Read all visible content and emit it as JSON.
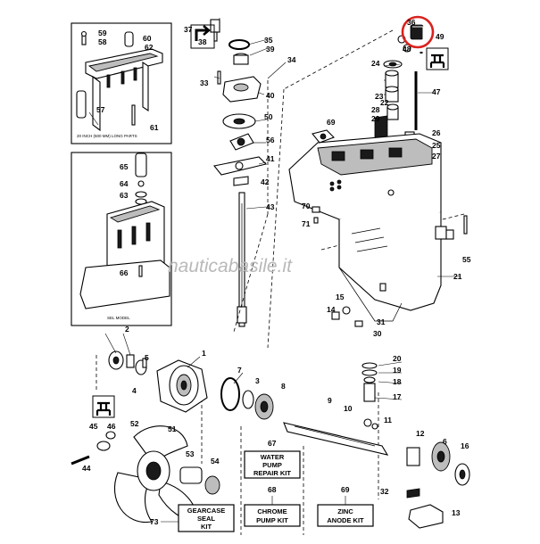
{
  "diagram": {
    "watermark": "nauticabasile.it",
    "captions": {
      "inset_top": "20 INCH (500 MM) LONG PARTS",
      "inset_sel": "SEL MODEL"
    },
    "kits": {
      "water_pump": [
        "WATER",
        "PUMP",
        "REPAIR KIT"
      ],
      "gearcase_seal": [
        "GEARCASE",
        "SEAL",
        "KIT"
      ],
      "chrome_pump": [
        "CHROME",
        "PUMP KIT"
      ],
      "zinc_anode": [
        "ZINC",
        "ANODE KIT"
      ]
    },
    "kit_numbers": {
      "water_pump": "67",
      "gearcase_seal": "73",
      "chrome_pump": "68",
      "zinc_anode": "69"
    },
    "highlight_color": "#d9221e",
    "callouts": [
      "1",
      "2",
      "3",
      "4",
      "5",
      "6",
      "7",
      "8",
      "9",
      "10",
      "11",
      "12",
      "13",
      "14",
      "15",
      "16",
      "17",
      "18",
      "19",
      "20",
      "21",
      "22",
      "23",
      "24",
      "25",
      "26",
      "27",
      "28",
      "29",
      "30",
      "31",
      "32",
      "33",
      "34",
      "35",
      "36",
      "37",
      "38",
      "39",
      "40",
      "41",
      "42",
      "43",
      "44",
      "45",
      "46",
      "47",
      "48",
      "49",
      "50",
      "51",
      "52",
      "53",
      "54",
      "55",
      "56",
      "57",
      "58",
      "59",
      "60",
      "61",
      "62",
      "63",
      "64",
      "65",
      "66",
      "69",
      "70",
      "71"
    ],
    "icons": [
      "shift-arrow-icon",
      "sealant-symbol-icon"
    ]
  }
}
